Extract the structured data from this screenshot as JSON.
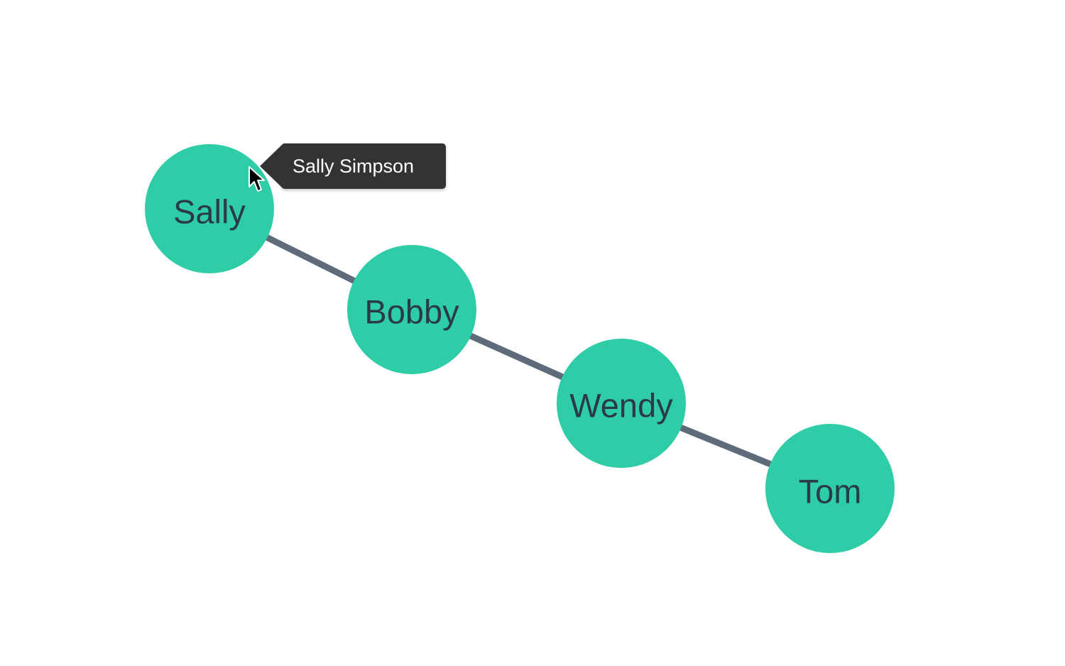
{
  "graph": {
    "nodes": [
      {
        "id": "sally",
        "label": "Sally"
      },
      {
        "id": "bobby",
        "label": "Bobby"
      },
      {
        "id": "wendy",
        "label": "Wendy"
      },
      {
        "id": "tom",
        "label": "Tom"
      }
    ],
    "edges": [
      {
        "from": "Sally",
        "to": "Bobby"
      },
      {
        "from": "Bobby",
        "to": "Wendy"
      },
      {
        "from": "Wendy",
        "to": "Tom"
      }
    ]
  },
  "tooltip": {
    "text": "Sally Simpson",
    "target": "Sally"
  },
  "colors": {
    "node_fill": "#2ecda7",
    "node_text": "#2a3a4a",
    "edge": "#5d6b7b",
    "tooltip_bg": "#333333",
    "tooltip_text": "#ffffff"
  },
  "icons": {
    "cursor": "mouse-pointer-icon"
  }
}
